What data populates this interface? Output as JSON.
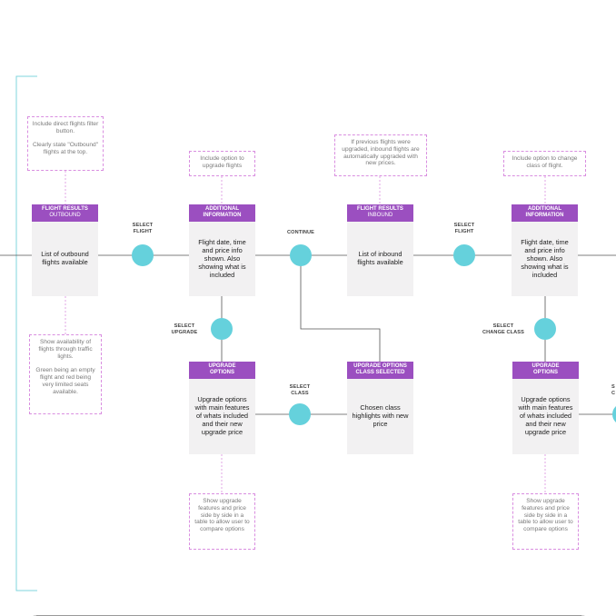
{
  "colors": {
    "header_purple": "#9b4fc0",
    "node_teal": "#65d1dc",
    "note_border_pink": "#d98ee0",
    "bracket_teal": "#7fd4dc",
    "card_bg": "#f2f1f2"
  },
  "cards": {
    "flight_results_outbound": {
      "title": "FLIGHT RESULTS",
      "subtitle": "OUTBOUND",
      "body": "List of outbound flights available"
    },
    "additional_info_1": {
      "title": "ADDITIONAL",
      "subtitle": "INFORMATION",
      "body": "Flight date, time and price info shown. Also showing what is included"
    },
    "flight_results_inbound": {
      "title": "FLIGHT RESULTS",
      "subtitle": "INBOUND",
      "body": "List of inbound flights available"
    },
    "additional_info_2": {
      "title": "ADDITIONAL",
      "subtitle": "INFORMATION",
      "body": "Flight date, time and price info shown. Also showing what is included"
    },
    "upgrade_options_1": {
      "title": "UPGRADE",
      "subtitle": "OPTIONS",
      "body": "Upgrade options with main features of whats included and their new upgrade price"
    },
    "upgrade_options_class_selected": {
      "title": "UPGRADE OPTIONS",
      "subtitle": "CLASS SELECTED",
      "body": "Chosen class highlights with new price"
    },
    "upgrade_options_2": {
      "title": "UPGRADE",
      "subtitle": "OPTIONS",
      "body": "Upgrade options with main features of whats included and their new upgrade price"
    }
  },
  "notes": {
    "direct_flights": "Include direct flights filter button.\n\nClearly state \"Outbound\" flights at the top.",
    "upgrade_flights": "Include option to upgrade flights",
    "inbound_upgraded": "If previous flights were upgraded, inbound flights are automatically upgraded with new prices.",
    "change_class": "Include option to change class of flight.",
    "availability": "Show availability of flights through traffic lights.\n\nGreen being an empty flight and red being very limited seats available.",
    "compare_1": "Show upgrade features and price side by side in a table to allow user to compare options",
    "compare_2": "Show upgrade features and price side by side in a table to allow user to compare options"
  },
  "labels": {
    "select_flight_1": "SELECT\nFLIGHT",
    "continue": "CONTINUE",
    "select_flight_2": "SELECT\nFLIGHT",
    "select_upgrade": "SELECT\nUPGRADE",
    "select_class": "SELECT\nCLASS",
    "select_change_class": "SELECT\nCHANGE CLASS",
    "select_partial": "S\nC"
  }
}
